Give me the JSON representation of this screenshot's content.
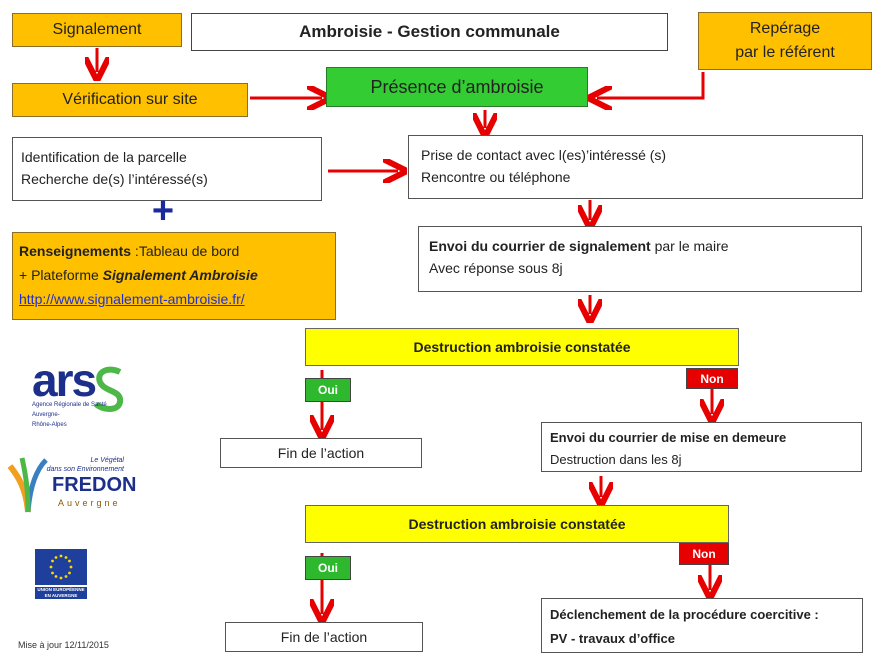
{
  "title": "Ambroisie - Gestion communale",
  "signalement": "Signalement",
  "verification": "Vérification sur site",
  "reperage": {
    "line1": "Repérage",
    "line2": "par le référent"
  },
  "presence": "Présence d’ambroisie",
  "identification": {
    "line1": "Identification de la parcelle",
    "line2": "Recherche de(s) l’intéressé(s)"
  },
  "prise_contact": {
    "line1": "Prise de contact avec l(es)’intéressé (s)",
    "line2": "Rencontre ou téléphone"
  },
  "plus_symbol": "+",
  "renseignements": {
    "bold": "Renseignements",
    "rest": " :Tableau de bord",
    "line2_prefix": "+ Plateforme ",
    "line2_italic": "Signalement Ambroisie",
    "url": "http://www.signalement-ambroisie.fr/"
  },
  "envoi_courrier": {
    "bold": "Envoi du courrier de signalement",
    "rest": " par le maire",
    "line2": "Avec réponse sous 8j"
  },
  "destruction1": "Destruction ambroisie constatée",
  "oui1": "Oui",
  "non1": "Non",
  "fin1": "Fin de l’action",
  "mise_demeure": {
    "line1": "Envoi du courrier de mise en demeure",
    "line2": "Destruction dans les 8j"
  },
  "destruction2": "Destruction ambroisie constatée",
  "oui2": "Oui",
  "non2": "Non",
  "fin2": "Fin de l’action",
  "procedure": {
    "line1": "Déclenchement de la procédure coercitive :",
    "line2": "PV -  travaux d’office"
  },
  "logos": {
    "ars": {
      "text": "ars",
      "sub1": "Agence Régionale de Santé",
      "sub2": "Auvergne-",
      "sub3": "Rhône-Alpes"
    },
    "fredon": {
      "tag1": "Le Végétal",
      "tag2": "dans son Environnement",
      "name": "FREDON",
      "region": "Auvergne"
    },
    "ue": {
      "line1": "UNION EUROPÉENNE",
      "line2": "EN AUVERGNE"
    }
  },
  "update": "Mise à jour 12/11/2015",
  "colors": {
    "arrow": "#e60000",
    "orange": "#ffc000",
    "green": "#33cc33",
    "yellow": "#ffff00"
  }
}
